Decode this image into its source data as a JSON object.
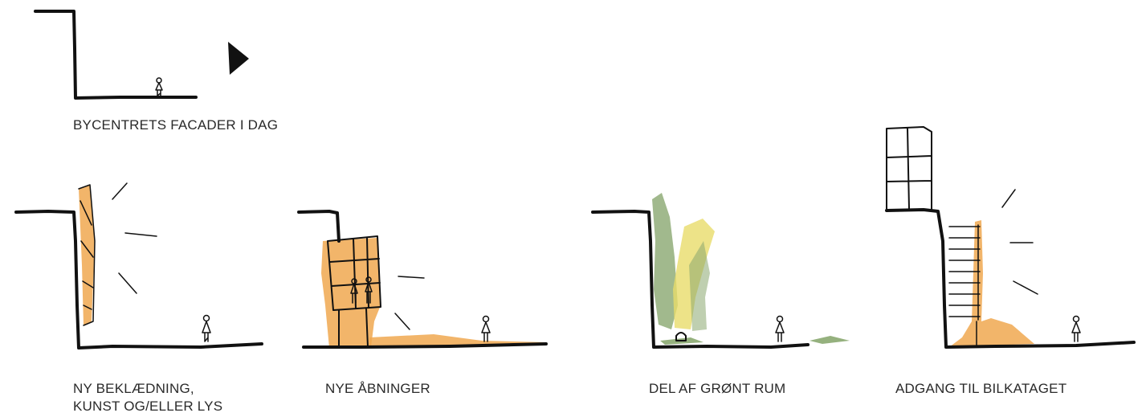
{
  "captions": {
    "top": "BYCENTRETS FACADER I DAG",
    "cladding_line1": "NY BEKLÆDNING,",
    "cladding_line2": "KUNST OG/ELLER LYS",
    "openings": "NYE ÅBNINGER",
    "green": "DEL AF GRØNT RUM",
    "access": "ADGANG TIL BILKATAGET"
  },
  "colors": {
    "ink": "#111111",
    "orange": "#f0a850",
    "green": "#8aa870",
    "yellow": "#e8dc6a",
    "text": "#2a2a2a"
  }
}
